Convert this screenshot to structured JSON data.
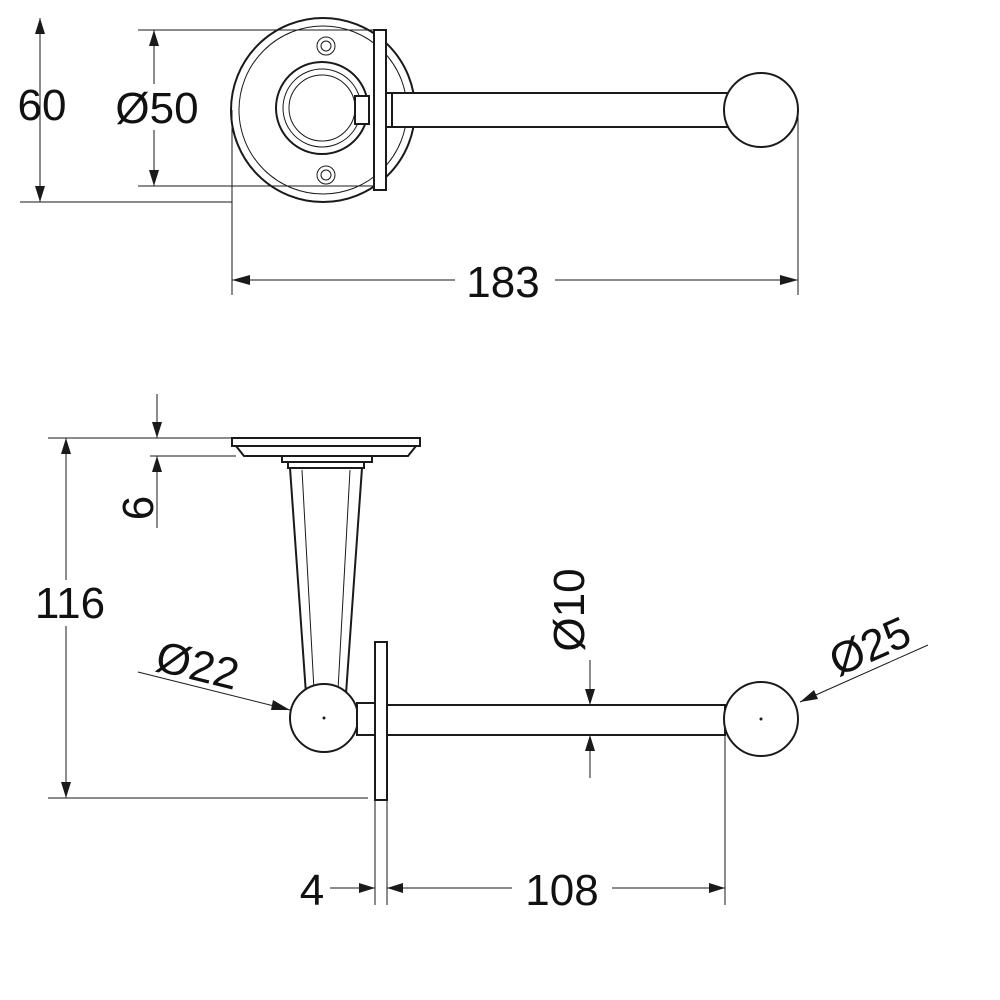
{
  "dimensions": {
    "top_height": "60",
    "rose_diameter": "Ø50",
    "overall_length": "183",
    "rose_thickness": "6",
    "overall_projection": "116",
    "elbow_diameter": "Ø22",
    "bar_diameter": "Ø10",
    "knob_diameter": "Ø25",
    "plate_thickness": "4",
    "bar_length": "108"
  }
}
